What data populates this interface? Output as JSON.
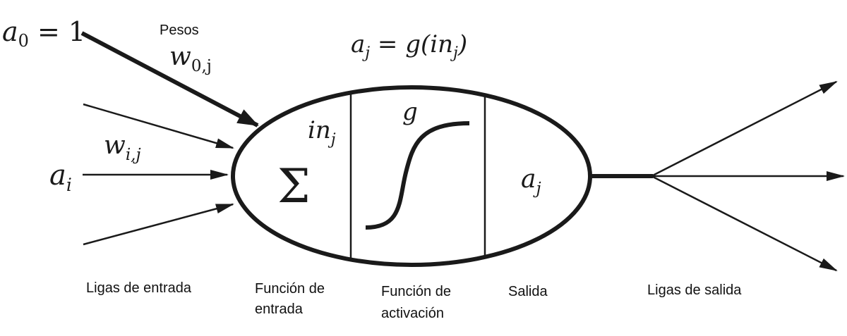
{
  "math": {
    "a0": "a",
    "a0_sub": "0",
    "a0_value": " = 1",
    "w0j": "w",
    "w0j_sub": "0,j",
    "ai": "a",
    "ai_sub": "i",
    "wij": "w",
    "wij_sub": "i,j",
    "aj_eq_lhs": "a",
    "aj_eq_lhs_sub": "j",
    "aj_eq_rhs": " = g(in",
    "aj_eq_rhs_sub": "j",
    "aj_eq_close": ")",
    "in_j": "in",
    "in_j_sub": "j",
    "sigma": "Σ",
    "g": "g",
    "aj_out": "a",
    "aj_out_sub": "j"
  },
  "labels": {
    "pesos": "Pesos",
    "ligas_entrada": "Ligas de entrada",
    "funcion_entrada_1": "Función de",
    "funcion_entrada_2": "entrada",
    "funcion_activacion_1": "Función de",
    "funcion_activacion_2": "activación",
    "salida": "Salida",
    "ligas_salida": "Ligas de salida"
  }
}
